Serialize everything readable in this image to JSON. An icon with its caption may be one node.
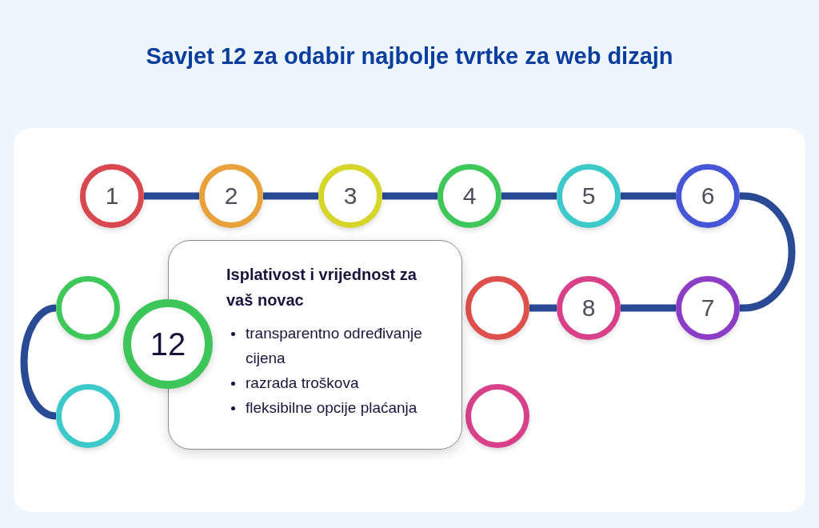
{
  "diagram": {
    "title": "Savjet 12 za odabir najbolje tvrtke za web dizajn",
    "nodes": [
      {
        "text": [
          "1"
        ]
      },
      {
        "text": [
          "2"
        ]
      },
      {
        "text": [
          "3"
        ]
      },
      {
        "text": [
          "4"
        ]
      },
      {
        "text": [
          "5"
        ]
      },
      {
        "text": [
          "6"
        ]
      },
      {
        "text": [
          "7"
        ]
      },
      {
        "text": [
          "8"
        ]
      },
      {
        "text": [],
        "shape": "circle"
      },
      {
        "text": [],
        "shape": "circle"
      },
      {
        "text": [],
        "shape": "circle"
      },
      {
        "text": [],
        "shape": "circle"
      },
      {
        "text": [
          "12"
        ]
      },
      {
        "text": [
          "Isplativost i vrijednost za vaš novac",
          "transparentno određivanje cijena",
          "razrada troškova",
          "fleksibilne opcije plaćanja"
        ]
      }
    ],
    "edges": [
      {
        "from": 0,
        "to": 1,
        "arrow": "none"
      },
      {
        "from": 1,
        "to": 2,
        "arrow": "none"
      },
      {
        "from": 2,
        "to": 3,
        "arrow": "none"
      },
      {
        "from": 3,
        "to": 4,
        "arrow": "none"
      },
      {
        "from": 4,
        "to": 5,
        "arrow": "none"
      },
      {
        "from": 5,
        "to": 6,
        "arrow": "none"
      },
      {
        "from": 6,
        "to": 7,
        "arrow": "none"
      },
      {
        "from": 7,
        "to": 8,
        "arrow": "none"
      },
      {
        "from": 9,
        "to": 10,
        "arrow": "none"
      }
    ]
  }
}
